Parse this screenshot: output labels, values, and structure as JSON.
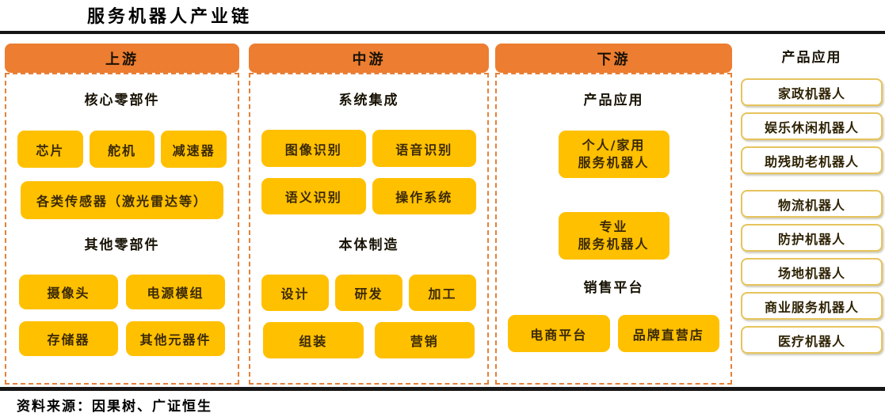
{
  "title": "服务机器人产业链",
  "source": "资料来源：因果树、广证恒生",
  "colors": {
    "header_orange": "#ED7D31",
    "box_gold": "#FFC000",
    "dashed_border": "#E4813B",
    "app_box_border": "#E6C45D",
    "rule_black": "#151515"
  },
  "columns": [
    {
      "header": "上游",
      "sections": [
        {
          "title": "核心零部件",
          "rows": [
            {
              "boxes": [
                "芯片",
                "舵机",
                "减速器"
              ]
            },
            {
              "boxes": [
                "各类传感器（激光雷达等）"
              ]
            }
          ]
        },
        {
          "title": "其他零部件",
          "rows": [
            {
              "boxes": [
                "摄像头",
                "电源模组"
              ]
            },
            {
              "boxes": [
                "存储器",
                "其他元器件"
              ]
            }
          ]
        }
      ]
    },
    {
      "header": "中游",
      "sections": [
        {
          "title": "系统集成",
          "rows": [
            {
              "boxes": [
                "图像识别",
                "语音识别"
              ]
            },
            {
              "boxes": [
                "语义识别",
                "操作系统"
              ]
            }
          ]
        },
        {
          "title": "本体制造",
          "rows": [
            {
              "boxes": [
                "设计",
                "研发",
                "加工"
              ]
            },
            {
              "boxes": [
                "组装",
                "营销"
              ]
            }
          ]
        }
      ]
    },
    {
      "header": "下游",
      "sections": [
        {
          "title": "产品应用",
          "boxes": [
            {
              "lines": [
                "个人/家用",
                "服务机器人"
              ]
            },
            {
              "lines": [
                "专业",
                "服务机器人"
              ]
            }
          ]
        },
        {
          "title": "销售平台",
          "rows": [
            {
              "boxes": [
                "电商平台",
                "品牌直营店"
              ]
            }
          ]
        }
      ]
    }
  ],
  "applications": {
    "header": "产品应用",
    "groups": [
      {
        "items": [
          "家政机器人",
          "娱乐休闲机器人",
          "助残助老机器人"
        ]
      },
      {
        "items": [
          "物流机器人",
          "防护机器人",
          "场地机器人",
          "商业服务机器人",
          "医疗机器人"
        ]
      }
    ]
  }
}
